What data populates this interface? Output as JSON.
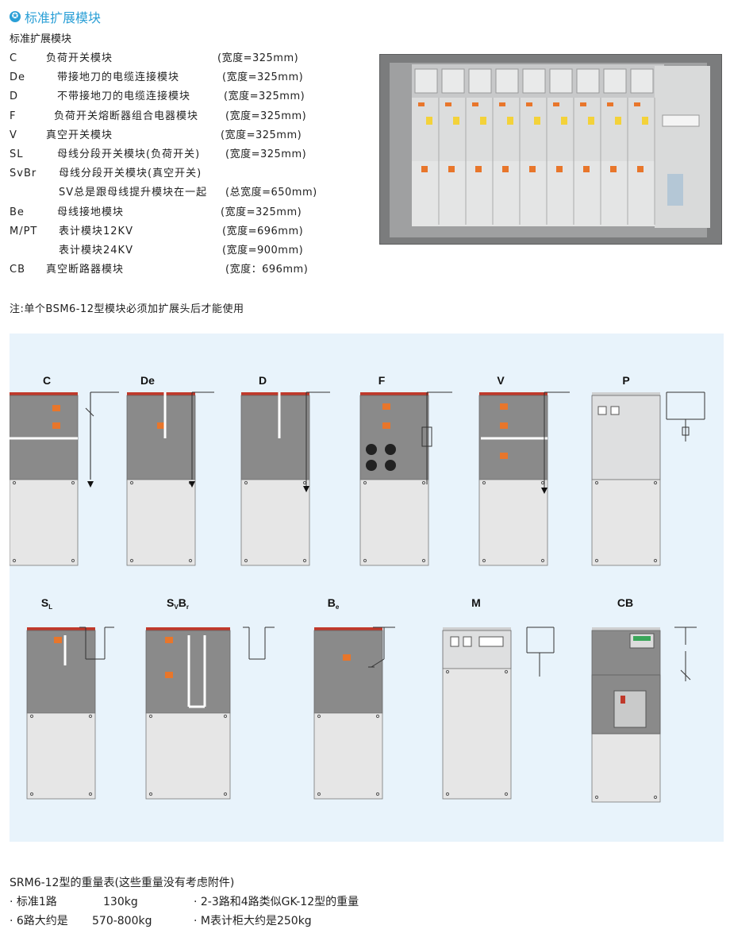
{
  "header": {
    "title": "标准扩展模块",
    "icon": "star-badge-icon"
  },
  "subtitle": "标准扩展模块",
  "modules": [
    {
      "code": "C",
      "desc": "负荷开关模块",
      "width": "(宽度=325mm)"
    },
    {
      "code": "De",
      "desc": "带接地刀的电缆连接模块",
      "width": "(宽度=325mm)"
    },
    {
      "code": "D",
      "desc": "不带接地刀的电缆连接模块",
      "width": "(宽度=325mm)"
    },
    {
      "code": "F",
      "desc": "负荷开关熔断器组合电器模块",
      "width": "(宽度=325mm)"
    },
    {
      "code": "V",
      "desc": "真空开关模块",
      "width": "(宽度=325mm)"
    },
    {
      "code": "SL",
      "desc": "母线分段开关模块(负荷开关)",
      "width": "(宽度=325mm)"
    },
    {
      "code": "SvBr",
      "desc": "母线分段开关模块(真空开关)",
      "width": ""
    },
    {
      "code": "",
      "desc": "SV总是跟母线提升模块在一起",
      "width": "(总宽度=650mm)"
    },
    {
      "code": "Be",
      "desc": "母线接地模块",
      "width": "(宽度=325mm)"
    },
    {
      "code": "M/PT",
      "desc": "表计模块12KV",
      "width": "(宽度=696mm)"
    },
    {
      "code": "",
      "desc": "表计模块24KV",
      "width": "(宽度=900mm)"
    },
    {
      "code": "CB",
      "desc": "真空断路器模块",
      "width": "(宽度：696mm)"
    }
  ],
  "note": "注:单个BSM6-12型模块必须加扩展头后才能使用",
  "diagram": {
    "row1": [
      {
        "label": "C"
      },
      {
        "label": "De"
      },
      {
        "label": "D"
      },
      {
        "label": "F"
      },
      {
        "label": "V"
      },
      {
        "label": "P"
      }
    ],
    "row2": [
      {
        "label": "S",
        "sub1": "L",
        "mid": "",
        "sub2": ""
      },
      {
        "label": "S",
        "sub1": "V",
        "mid": "B",
        "sub2": "r"
      },
      {
        "label": "B",
        "sub1": "e",
        "mid": "",
        "sub2": ""
      },
      {
        "label": "M",
        "sub1": "",
        "mid": "",
        "sub2": ""
      },
      {
        "label": "CB",
        "sub1": "",
        "mid": "",
        "sub2": ""
      }
    ]
  },
  "footer": {
    "title": "SRM6-12型的重量表(这些重量没有考虑附件)",
    "items": [
      {
        "label": "· 标准1路",
        "value": "130kg"
      },
      {
        "label": "· 2-3路和4路类似GK-12型的重量",
        "value": ""
      },
      {
        "label": "· 6路大约是",
        "value": "570-800kg"
      },
      {
        "label": "· M表计柜大约是250kg",
        "value": ""
      }
    ]
  },
  "colors": {
    "accent": "#2a9fd6",
    "panel_grey": "#8a8a8a",
    "panel_light": "#e6e6e6",
    "diagram_bg": "#e8f3fb",
    "stripe_red": "#c0392b",
    "switch_orange": "#e8762b"
  }
}
